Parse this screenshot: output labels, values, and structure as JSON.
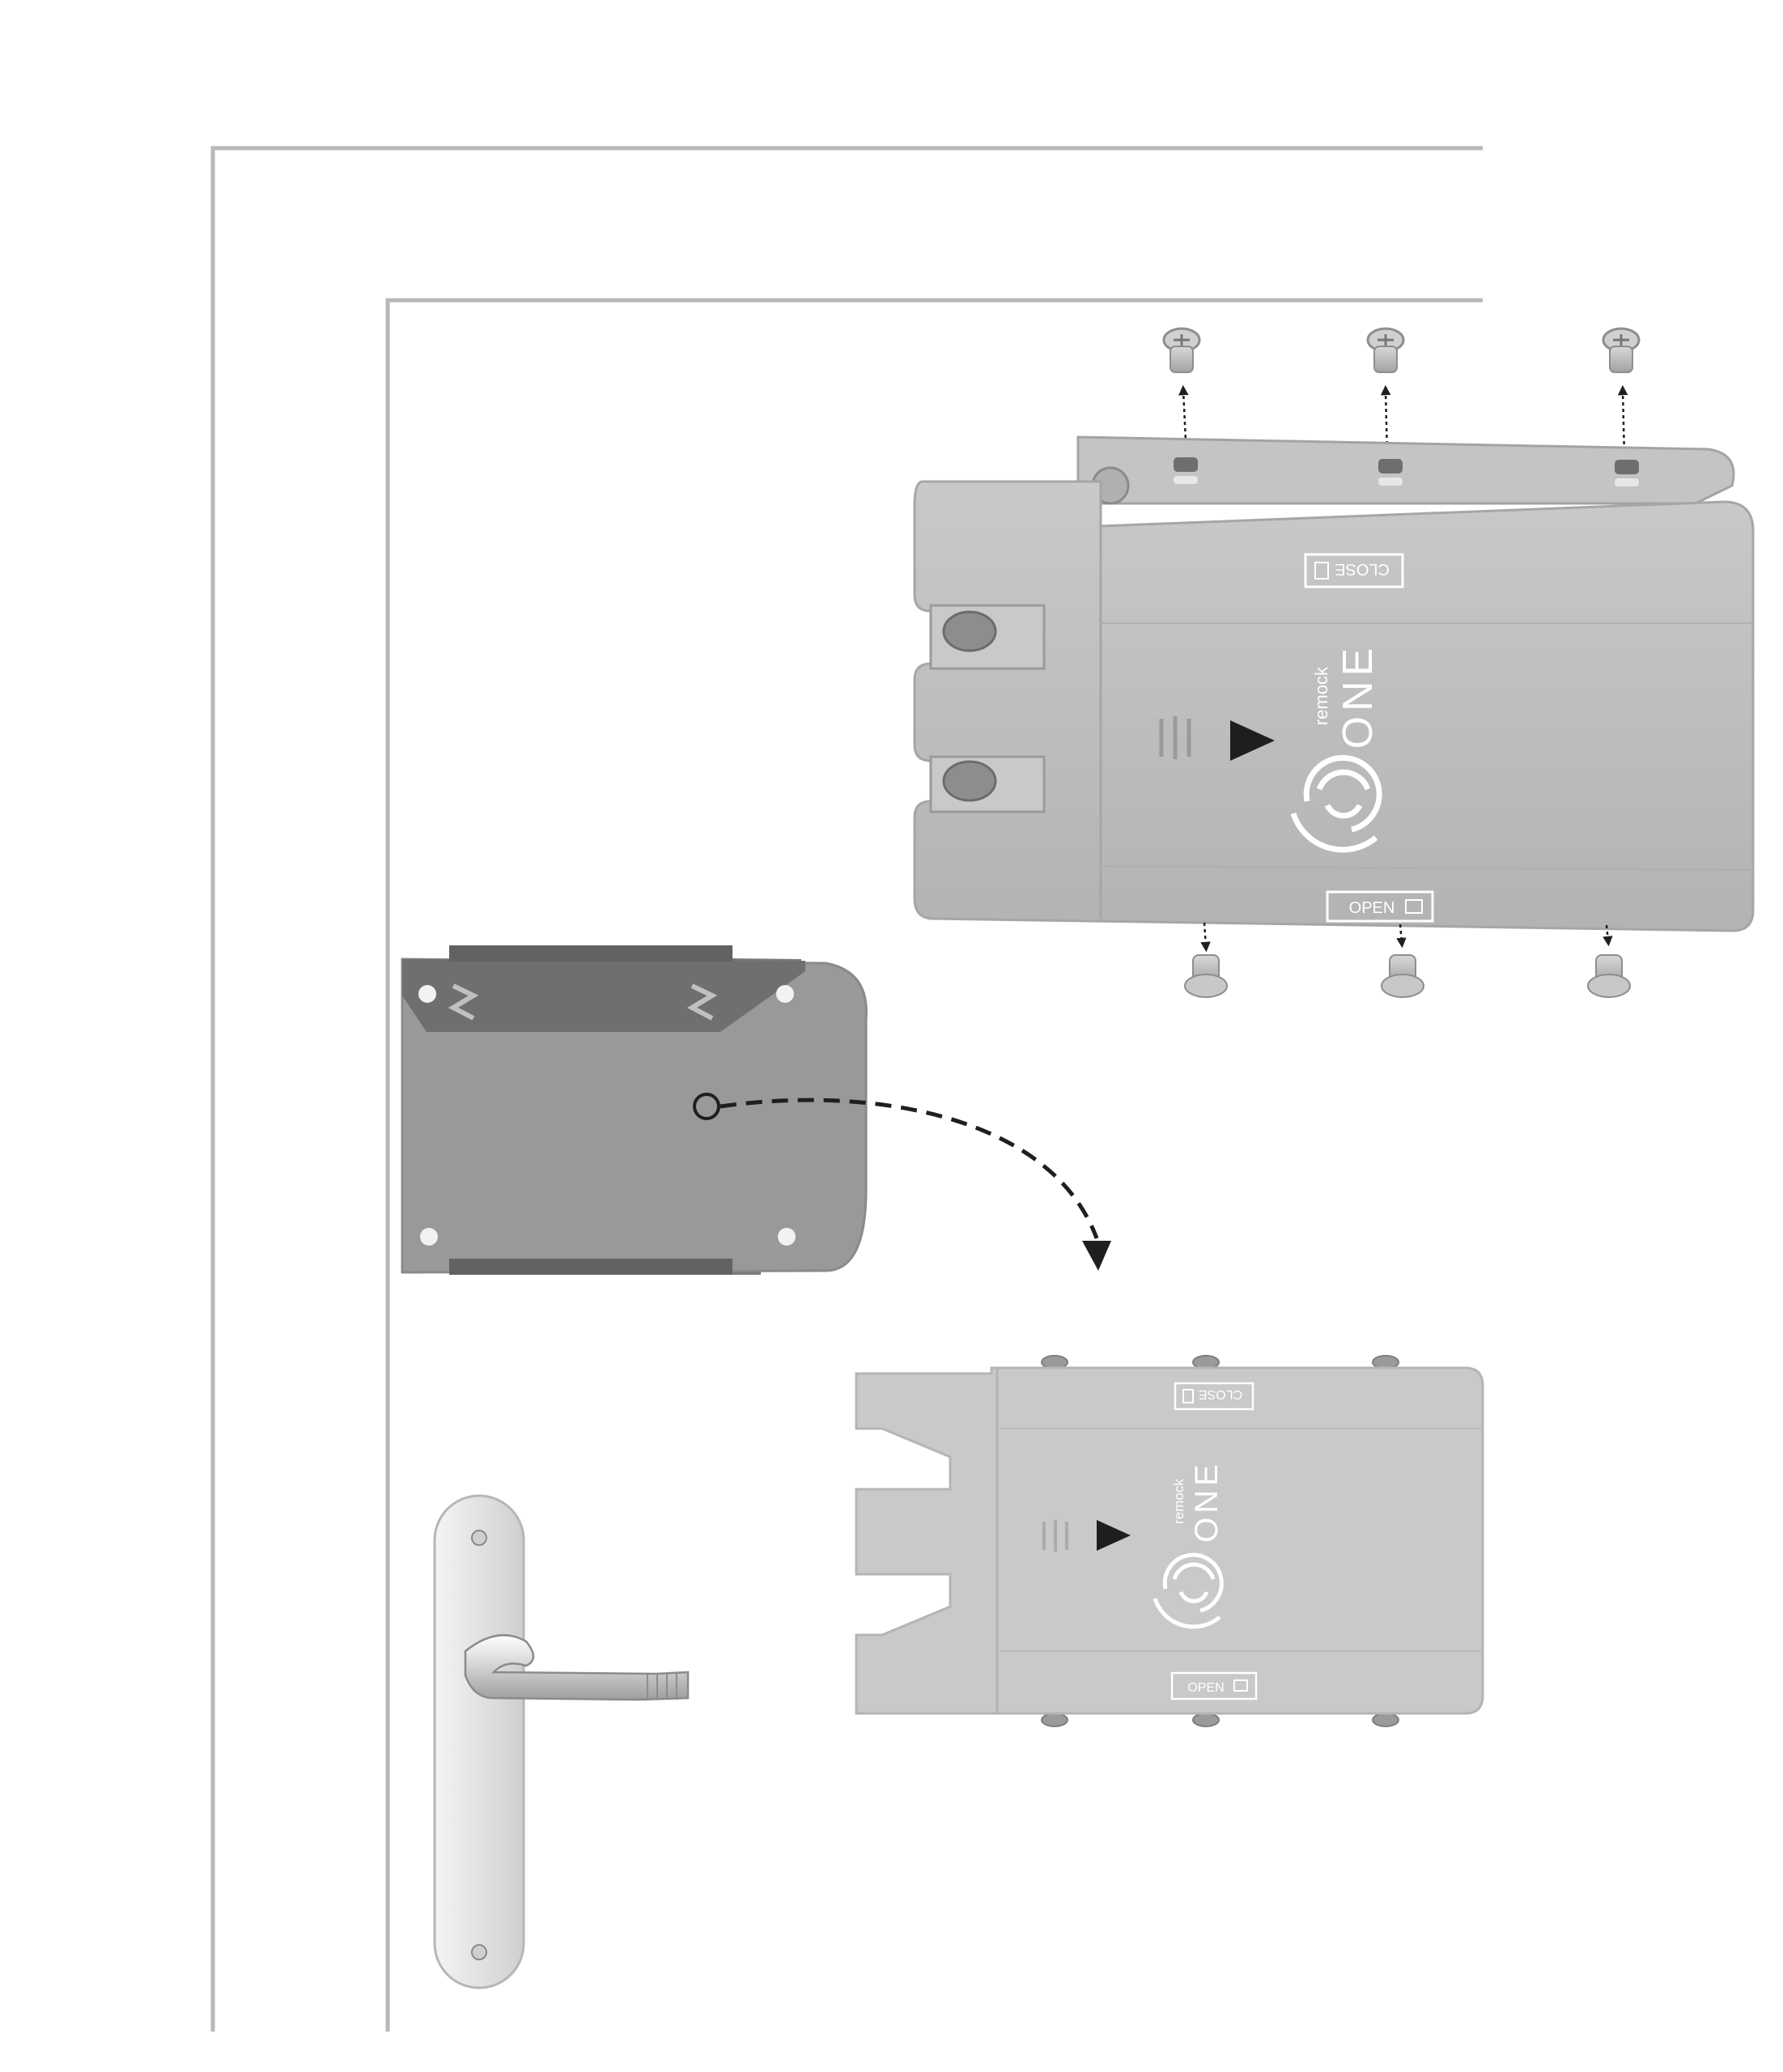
{
  "diagram": {
    "colors": {
      "background": "#ffffff",
      "door_frame_line": "#b8b8b8",
      "lock_body": "#bdbdbd",
      "lock_body_light": "#cfcfcf",
      "lock_shadow": "#9a9a9a",
      "plate": "#999999",
      "plate_dark": "#6f6f6f",
      "arrow": "#1f1f1f",
      "handle_metal": "#e4e4e4"
    },
    "lock_top": {
      "brand_small": "remock",
      "brand_large": "ONE",
      "close_label": "CLOSE",
      "open_label": "OPEN",
      "arrow_icon": "triangle-right",
      "logo_icon": "concentric-rings-logo"
    },
    "lock_bottom": {
      "brand_small": "remock",
      "brand_large": "ONE",
      "close_label": "CLOSE",
      "open_label": "OPEN",
      "arrow_icon": "triangle-right",
      "logo_icon": "concentric-rings-logo"
    },
    "screws": {
      "top_count": 3,
      "bottom_count": 3,
      "icon": "phillips-screw-icon"
    },
    "mounting_plate": {
      "icon": "mounting-plate"
    },
    "door_handle": {
      "icon": "lever-handle"
    }
  }
}
